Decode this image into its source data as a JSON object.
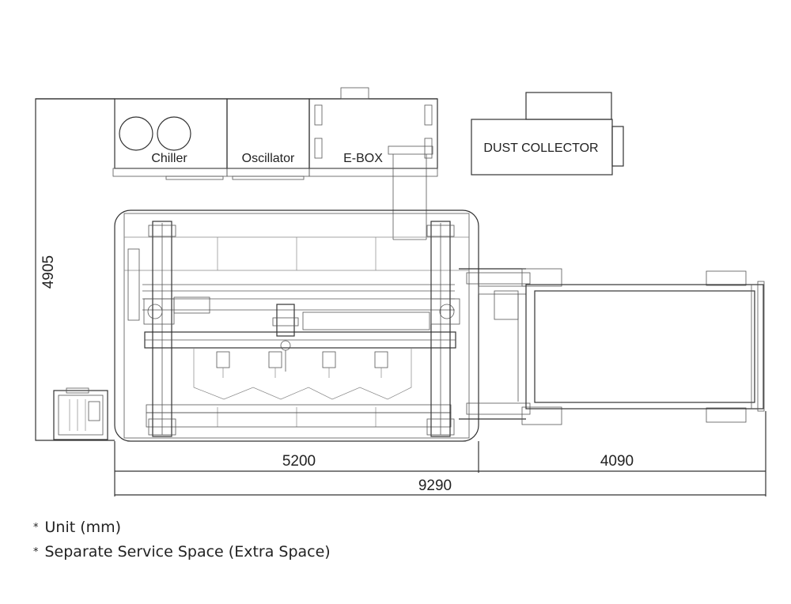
{
  "labels": {
    "chiller": "Chiller",
    "oscillator": "Oscillator",
    "ebox": "E-BOX",
    "dust_collector": "DUST COLLECTOR"
  },
  "dimensions": {
    "height": "4905",
    "machine_length": "5200",
    "conveyor_length": "4090",
    "total_length": "9290"
  },
  "notes": [
    {
      "star": "*",
      "text": "Unit (mm)"
    },
    {
      "star": "*",
      "text": "Separate Service Space (Extra Space)"
    }
  ]
}
